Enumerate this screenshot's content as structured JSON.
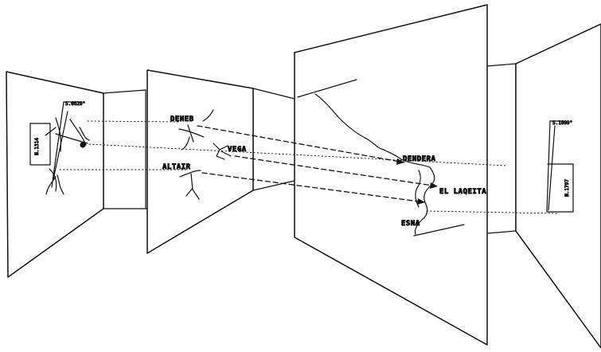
{
  "panels": {
    "panel_1": {
      "angle_label": "S.0629°",
      "side_label": "N.1314"
    },
    "panel_2": {
      "stars": [
        "DENEB",
        "VEGA",
        "ALTAIR"
      ]
    },
    "panel_3": {
      "places": [
        "DENDERA",
        "EL LAQEITA",
        "ESNA"
      ]
    },
    "panel_4": {
      "angle_label": "S.1699°",
      "side_label": "N.1797"
    }
  },
  "colors": {
    "ink": "#111111",
    "paper": "#ffffff"
  }
}
